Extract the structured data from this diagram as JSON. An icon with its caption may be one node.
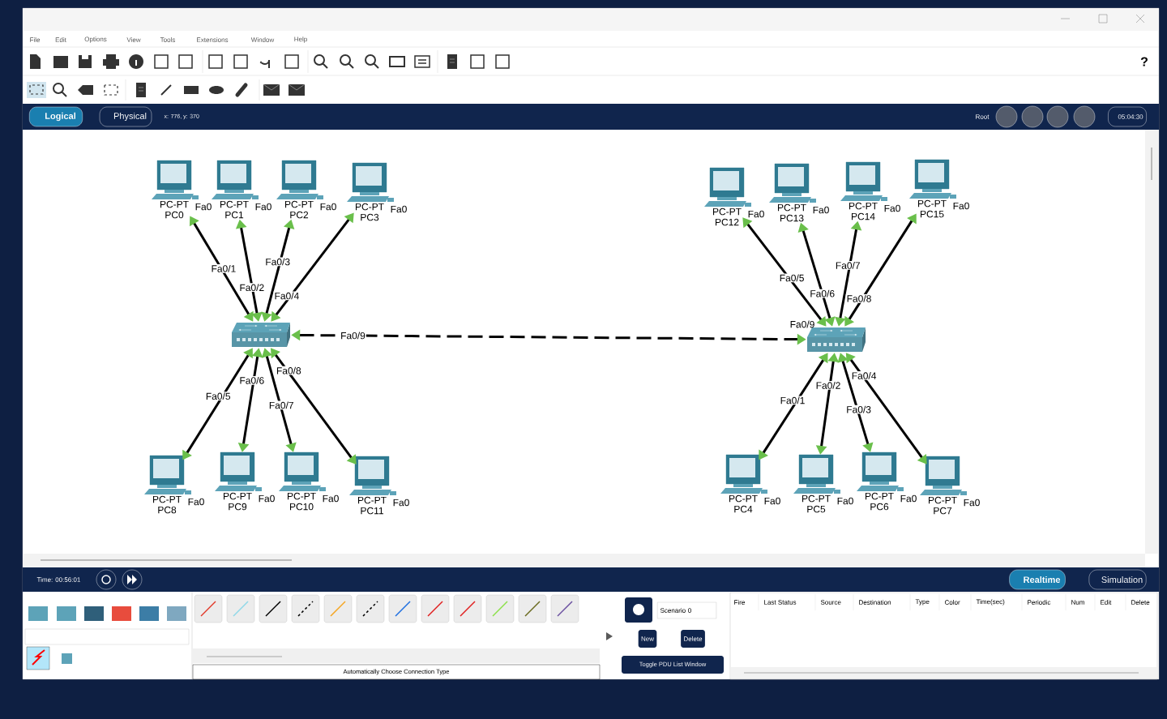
{
  "diagram": {
    "nodes": [
      {
        "text": [
          "PC-PT",
          "PC0"
        ],
        "beside": [
          "Fa0"
        ]
      },
      {
        "text": [
          "PC-PT",
          "PC1"
        ],
        "beside": [
          "Fa0"
        ]
      },
      {
        "text": [
          "PC-PT",
          "PC2"
        ],
        "beside": [
          "Fa0"
        ]
      },
      {
        "text": [
          "PC-PT",
          "PC3"
        ],
        "beside": [
          "Fa0"
        ]
      },
      {
        "text": [
          "PC-PT",
          "PC12"
        ],
        "beside": [
          "Fa0"
        ]
      },
      {
        "text": [
          "PC-PT",
          "PC13"
        ],
        "beside": [
          "Fa0"
        ]
      },
      {
        "text": [
          "PC-PT",
          "PC14"
        ],
        "beside": [
          "Fa0"
        ]
      },
      {
        "text": [
          "PC-PT",
          "PC15"
        ],
        "beside": [
          "Fa0"
        ]
      },
      {
        "text": [],
        "shape": "picture"
      },
      {
        "text": [],
        "shape": "picture",
        "beside": [
          "Fa0/9"
        ]
      },
      {
        "text": [
          "PC-PT",
          "PC8"
        ],
        "beside": [
          "Fa0"
        ]
      },
      {
        "text": [
          "PC-PT",
          "PC9"
        ],
        "beside": [
          "Fa0"
        ]
      },
      {
        "text": [
          "PC-PT",
          "PC10"
        ],
        "beside": [
          "Fa0"
        ]
      },
      {
        "text": [
          "PC-PT",
          "PC11"
        ],
        "beside": [
          "Fa0"
        ]
      },
      {
        "text": [
          "PC-PT",
          "PC4"
        ],
        "beside": [
          "Fa0"
        ]
      },
      {
        "text": [
          "PC-PT",
          "PC5"
        ],
        "beside": [
          "Fa0"
        ]
      },
      {
        "text": [
          "PC-PT",
          "PC6"
        ],
        "beside": [
          "Fa0"
        ]
      },
      {
        "text": [
          "PC-PT",
          "PC7"
        ],
        "beside": [
          "Fa0"
        ]
      }
    ],
    "edges": [
      {
        "from": 0,
        "to": 8,
        "arrow": "both",
        "label": "Fa0/1"
      },
      {
        "from": 1,
        "to": 8,
        "arrow": "both",
        "label": "Fa0/2"
      },
      {
        "from": 2,
        "to": 8,
        "arrow": "both",
        "label": "Fa0/3"
      },
      {
        "from": 3,
        "to": 8,
        "arrow": "both",
        "label": "Fa0/4"
      },
      {
        "from": 4,
        "to": 9,
        "arrow": "both",
        "label": "Fa0/5"
      },
      {
        "from": 5,
        "to": 9,
        "arrow": "both",
        "label": "Fa0/6"
      },
      {
        "from": 6,
        "to": 9,
        "arrow": "both",
        "label": "Fa0/7"
      },
      {
        "from": 7,
        "to": 9,
        "arrow": "both",
        "label": "Fa0/8"
      },
      {
        "from": 8,
        "to": 9,
        "arrow": "both",
        "label": "Fa0/9",
        "style": "dashed"
      },
      {
        "from": 10,
        "to": 8,
        "arrow": "both",
        "label": "Fa0/5"
      },
      {
        "from": 11,
        "to": 8,
        "arrow": "both",
        "label": "Fa0/6"
      },
      {
        "from": 12,
        "to": 8,
        "arrow": "both",
        "label": "Fa0/7"
      },
      {
        "from": 13,
        "to": 8,
        "arrow": "both",
        "label": "Fa0/8"
      },
      {
        "from": 14,
        "to": 9,
        "arrow": "both",
        "label": "Fa0/1"
      },
      {
        "from": 15,
        "to": 9,
        "arrow": "both",
        "label": "Fa0/2"
      },
      {
        "from": 16,
        "to": 9,
        "arrow": "both",
        "label": "Fa0/3"
      },
      {
        "from": 17,
        "to": 9,
        "arrow": "both",
        "label": "Fa0/4"
      }
    ],
    "labels": [
      "File",
      "Edit",
      "Options",
      "View",
      "Tools",
      "Extensions",
      "Window",
      "Help",
      "?",
      "Logical",
      "Physical",
      "x: 776, y: 370",
      "Root",
      "05:04:30",
      "Time: 00:56:01",
      "Realtime",
      "Simulation",
      "Automatically Choose Connection Type",
      "Scenario 0",
      "New",
      "Delete",
      "Toggle PDU List Window",
      "Fire",
      "Last Status",
      "Source",
      "Destination",
      "Type",
      "Color",
      "Time(sec)",
      "Periodic",
      "Num",
      "Edit",
      "Delete"
    ]
  }
}
